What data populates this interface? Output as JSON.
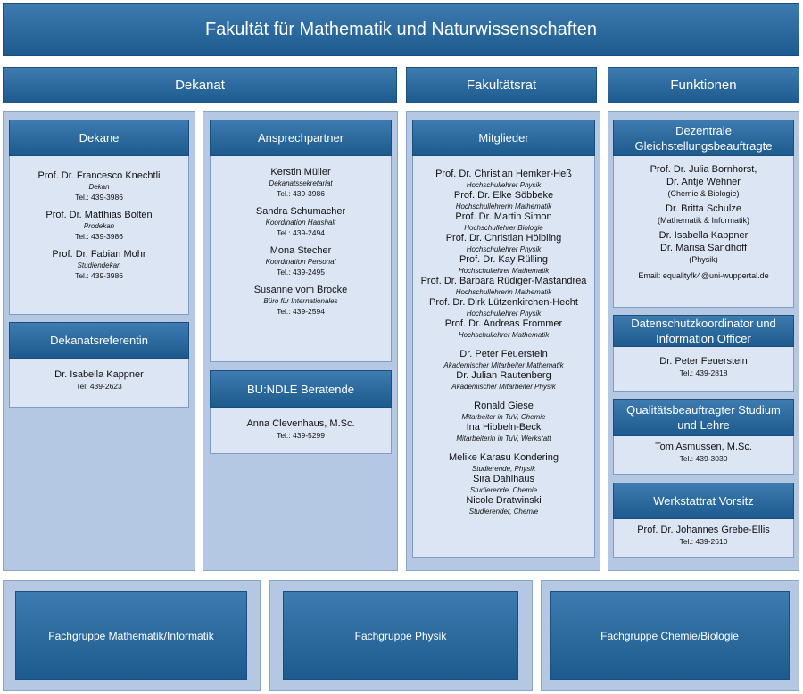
{
  "title": "Fakultät für Mathematik und Naturwissenschaften",
  "columns": {
    "dekanat": "Dekanat",
    "fakultaetsrat": "Fakultätsrat",
    "funktionen": "Funktionen"
  },
  "dekane": {
    "title": "Dekane",
    "entries": [
      {
        "name": "Prof. Dr. Francesco Knechtli",
        "role": "Dekan",
        "tel": "Tel.: 439-3986"
      },
      {
        "name": "Prof. Dr. Matthias Bolten",
        "role": "Prodekan",
        "tel": "Tel.: 439-3986"
      },
      {
        "name": "Prof. Dr. Fabian Mohr",
        "role": "Studiendekan",
        "tel": "Tel.: 439-3986"
      }
    ]
  },
  "referentin": {
    "title": "Dekanatsreferentin",
    "entries": [
      {
        "name": "Dr.  Isabella Kappner",
        "tel": "Tel: 439-2623"
      }
    ]
  },
  "ansprechpartner": {
    "title": "Ansprechpartner",
    "entries": [
      {
        "name": "Kerstin Müller",
        "role": "Dekanatssekretariat",
        "tel": "Tel.: 439-3986"
      },
      {
        "name": "Sandra Schumacher",
        "role": "Koordination Haushalt",
        "tel": "Tel.: 439-2494"
      },
      {
        "name": "Mona Stecher",
        "role": "Koordination Personal",
        "tel": "Tel.: 439-2495"
      },
      {
        "name": "Susanne vom Brocke",
        "role": "Büro für Internationales",
        "tel": "Tel.: 439-2594"
      }
    ]
  },
  "bundle": {
    "title": "BU:NDLE Beratende",
    "entries": [
      {
        "name": "Anna Clevenhaus, M.Sc.",
        "tel": "Tel.: 439-5299"
      }
    ]
  },
  "mitglieder": {
    "title": "Mitglieder",
    "groups": [
      [
        {
          "name": "Prof. Dr. Christian Hemker-Heß",
          "role": "Hochschullehrer Physik"
        },
        {
          "name": "Prof. Dr. Elke Söbbeke",
          "role": "Hochschullehrerin Mathematik"
        },
        {
          "name": "Prof. Dr. Martin Simon",
          "role": "Hochschullehrer Biologie"
        },
        {
          "name": "Prof. Dr. Christian Hölbling",
          "role": "Hochschullehrer Physik"
        },
        {
          "name": "Prof. Dr. Kay Rülling",
          "role": "Hochschullehrer Mathematik"
        },
        {
          "name": "Prof. Dr. Barbara Rüdiger-Mastandrea",
          "role": "Hochschullehrerin Mathematik"
        },
        {
          "name": "Prof. Dr. Dirk Lützenkirchen-Hecht",
          "role": "Hochschullehrer Physik"
        },
        {
          "name": "Prof. Dr. Andreas Frommer",
          "role": "Hochschullehrer Mathematik"
        }
      ],
      [
        {
          "name": "Dr. Peter Feuerstein",
          "role": "Akademischer Mitarbeiter Mathematik"
        },
        {
          "name": "Dr. Julian Rautenberg",
          "role": "Akademischer Mitarbeiter Physik"
        }
      ],
      [
        {
          "name": "Ronald Giese",
          "role": "Mitarbeiter in TuV, Chemie"
        },
        {
          "name": "Ina Hibbeln-Beck",
          "role": "Mitarbeiterin in TuV, Werkstatt"
        }
      ],
      [
        {
          "name": "Melike Karasu Kondering",
          "role": "Studierende, Physik"
        },
        {
          "name": "Sira Dahlhaus",
          "role": "Studierende, Chemie"
        },
        {
          "name": "Nicole Dratwinski",
          "role": "Studierender, Chemie"
        }
      ]
    ]
  },
  "gleichstellung": {
    "title": "Dezentrale Gleichstellungsbeauftragte",
    "lines": [
      {
        "text": "Prof. Dr. Julia Bornhorst,",
        "kind": "name"
      },
      {
        "text": "Dr. Antje Wehner",
        "kind": "name"
      },
      {
        "text": "(Chemie & Biologie)",
        "kind": "sub"
      },
      {
        "text": "Dr. Britta Schulze",
        "kind": "name"
      },
      {
        "text": "(Mathematik & Informatik)",
        "kind": "sub"
      },
      {
        "text": "Dr. Isabella Kappner",
        "kind": "name"
      },
      {
        "text": "Dr. Marisa Sandhoff",
        "kind": "name"
      },
      {
        "text": "(Physik)",
        "kind": "sub"
      },
      {
        "text": "Email: equalityfk4@uni-wuppertal.de",
        "kind": "email"
      }
    ]
  },
  "datenschutz": {
    "title": "Datenschutzkoordinator und Information Officer",
    "entries": [
      {
        "name": "Dr. Peter Feuerstein",
        "tel": "Tel.: 439-2818"
      }
    ]
  },
  "qualitaet": {
    "title": "Qualitätsbeauftragter Studium und Lehre",
    "entries": [
      {
        "name": "Tom Asmussen, M.Sc.",
        "tel": "Tel.: 439-3030"
      }
    ]
  },
  "werkstattrat": {
    "title": "Werkstattrat Vorsitz",
    "entries": [
      {
        "name": "Prof. Dr. Johannes Grebe-Ellis",
        "tel": "Tel.: 439-2610"
      }
    ]
  },
  "fachgruppen": [
    "Fachgruppe Mathematik/Informatik",
    "Fachgruppe Physik",
    "Fachgruppe Chemie/Biologie"
  ],
  "colors": {
    "header": "#1d5b8e",
    "panel": "#b4c7e3",
    "body": "#dbe5f3"
  }
}
